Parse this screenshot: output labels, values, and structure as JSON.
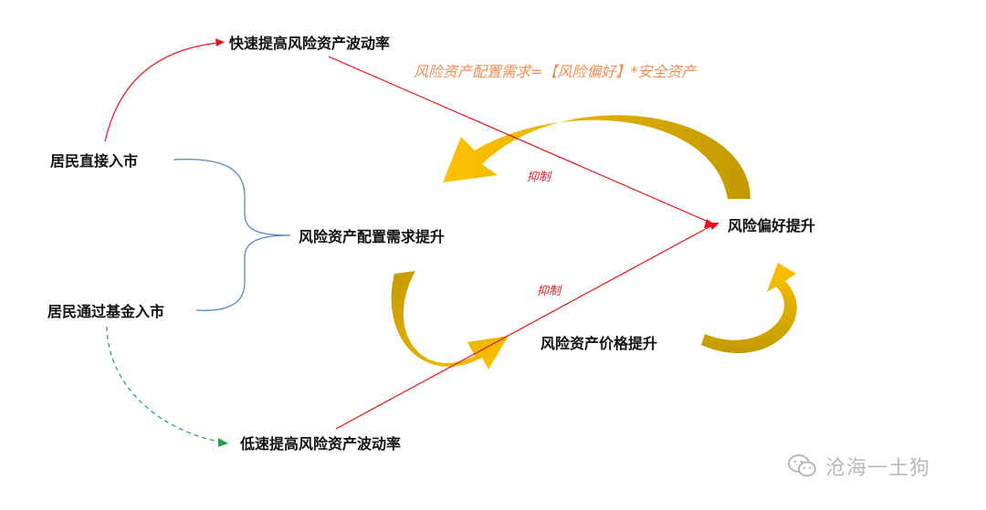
{
  "nodes": {
    "fast_volatility": "快速提高风险资产波动率",
    "direct_entry": "居民直接入市",
    "demand_increase": "风险资产配置需求提升",
    "fund_entry": "居民通过基金入市",
    "slow_volatility": "低速提高风险资产波动率",
    "risk_appetite": "风险偏好提升",
    "price_increase": "风险资产价格提升"
  },
  "formula": "风险资产配置需求=【风险偏好】*安全资产",
  "annotations": {
    "suppress_top": "抑制",
    "suppress_bottom": "抑制"
  },
  "watermark": {
    "text": "沧海一土狗",
    "icon": "wechat-icon"
  },
  "colors": {
    "red_arrow": "#e8141b",
    "blue_brace": "#5b86c5",
    "green_arrow": "#1fa34a",
    "formula": "#f08c50",
    "annotation": "#d0202a",
    "gold_light": "#ffc200",
    "gold_dark": "#c29a00",
    "watermark": "#b9b9b9"
  }
}
